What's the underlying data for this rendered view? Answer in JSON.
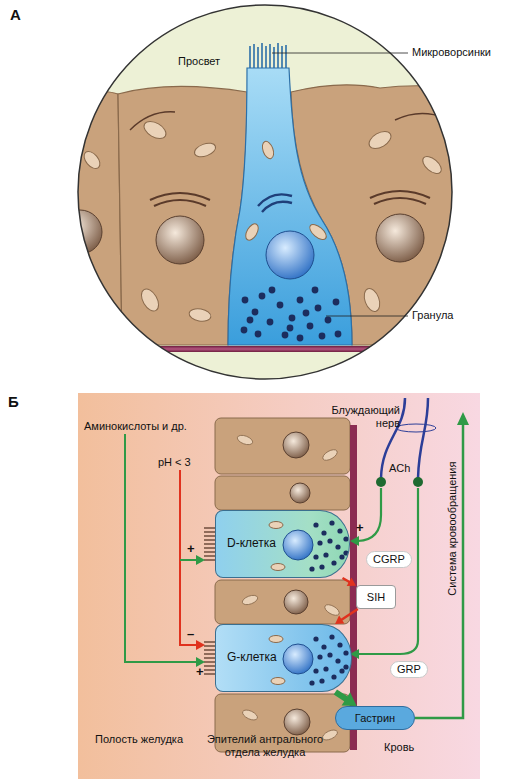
{
  "diagram": {
    "nodes": [
      {
        "text": [
          "D-клетка"
        ]
      },
      {
        "text": [
          "SIH"
        ]
      },
      {
        "text": [
          "G-клетка"
        ]
      },
      {
        "text": [
          "Гастрин"
        ]
      }
    ],
    "edges": [
      {
        "from": 0,
        "to": 1,
        "arrow": "to"
      },
      {
        "from": 1,
        "to": 2,
        "arrow": "to"
      },
      {
        "from": 2,
        "to": 3,
        "arrow": "to"
      }
    ],
    "labels": [
      "А",
      "Просвет",
      "Микроворсинки",
      "Гранула",
      "Б",
      "Аминокислоты и др.",
      "pH < 3",
      "Блуждающий нерв",
      "ACh",
      "+",
      "CGRP",
      "+",
      "–",
      "+",
      "GRP",
      "Система кровообращения",
      "Полость желудка",
      "Эпителий антрального отдела желудка",
      "Кровь"
    ]
  }
}
